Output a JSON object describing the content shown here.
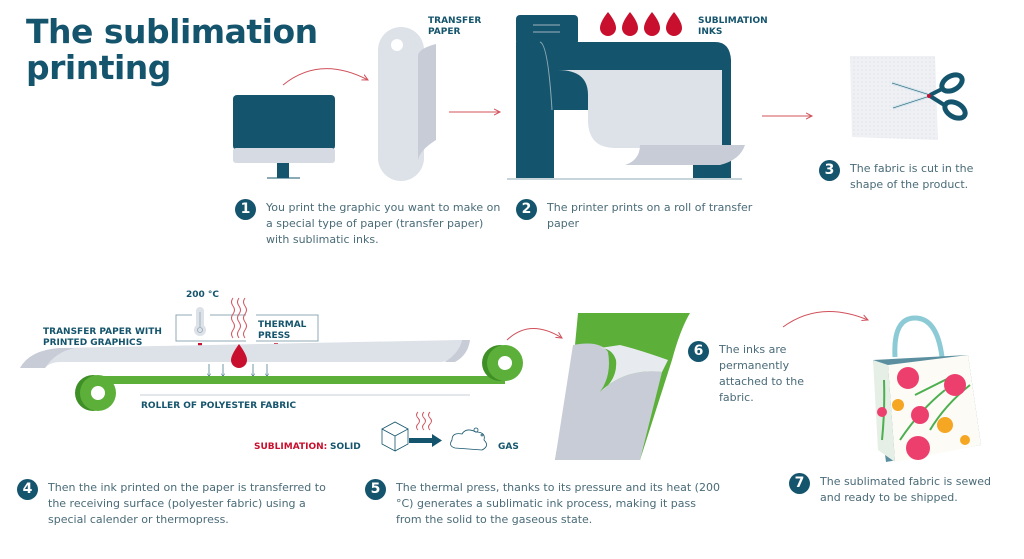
{
  "title": "The sublimation printing",
  "title_line1": "The sublimation",
  "title_line2": "printing",
  "colors": {
    "brand_teal": "#14546c",
    "accent_red": "#c8102e",
    "fabric_green": "#5cb03a",
    "paper_gray": "#dde1e8",
    "text_gray": "#4a6b78"
  },
  "labels": {
    "transfer_paper": [
      "TRANSFER",
      "PAPER"
    ],
    "sublimation_inks": [
      "SUBLIMATION",
      "INKS"
    ],
    "temperature": "200 °C",
    "thermal_press": [
      "THERMAL",
      "PRESS"
    ],
    "transfer_paper_graphics": [
      "TRANSFER PAPER WITH",
      "PRINTED GRAPHICS"
    ],
    "roller": "ROLLER OF POLYESTER FABRIC",
    "sublimation": "SUBLIMATION:",
    "solid": "SOLID",
    "gas": "GAS"
  },
  "steps": [
    {
      "number": "1",
      "text": "You print the graphic you want to make on a special type of paper (transfer paper) with sublimatic inks."
    },
    {
      "number": "2",
      "text": "The printer prints on a roll of transfer paper"
    },
    {
      "number": "3",
      "text": "The fabric is cut in the shape of the product."
    },
    {
      "number": "4",
      "text": "Then the ink printed on the paper is transferred to the receiving surface (polyester fabric) using a special calender or thermopress."
    },
    {
      "number": "5",
      "text": "The thermal press, thanks to its pressure and its heat (200 °C) generates a sublimatic ink process, making it pass from the solid to the gaseous state."
    },
    {
      "number": "6",
      "text": "The inks are permanently attached to the fabric."
    },
    {
      "number": "7",
      "text": "The sublimated fabric is sewed and ready to be shipped."
    }
  ],
  "icons": {
    "monitor": "monitor-icon",
    "paper_roll": "paper-roll-icon",
    "printer": "printer-icon",
    "ink_drop": "ink-drop-icon",
    "fabric_scissors": "scissors-icon",
    "thermometer": "thermometer-icon",
    "heat_waves": "heat-waves-icon",
    "cube": "cube-icon",
    "cloud": "cloud-icon",
    "arrow": "arrow-right-icon",
    "fabric_sheet": "fabric-sheet-icon",
    "bag": "tote-bag-icon"
  }
}
